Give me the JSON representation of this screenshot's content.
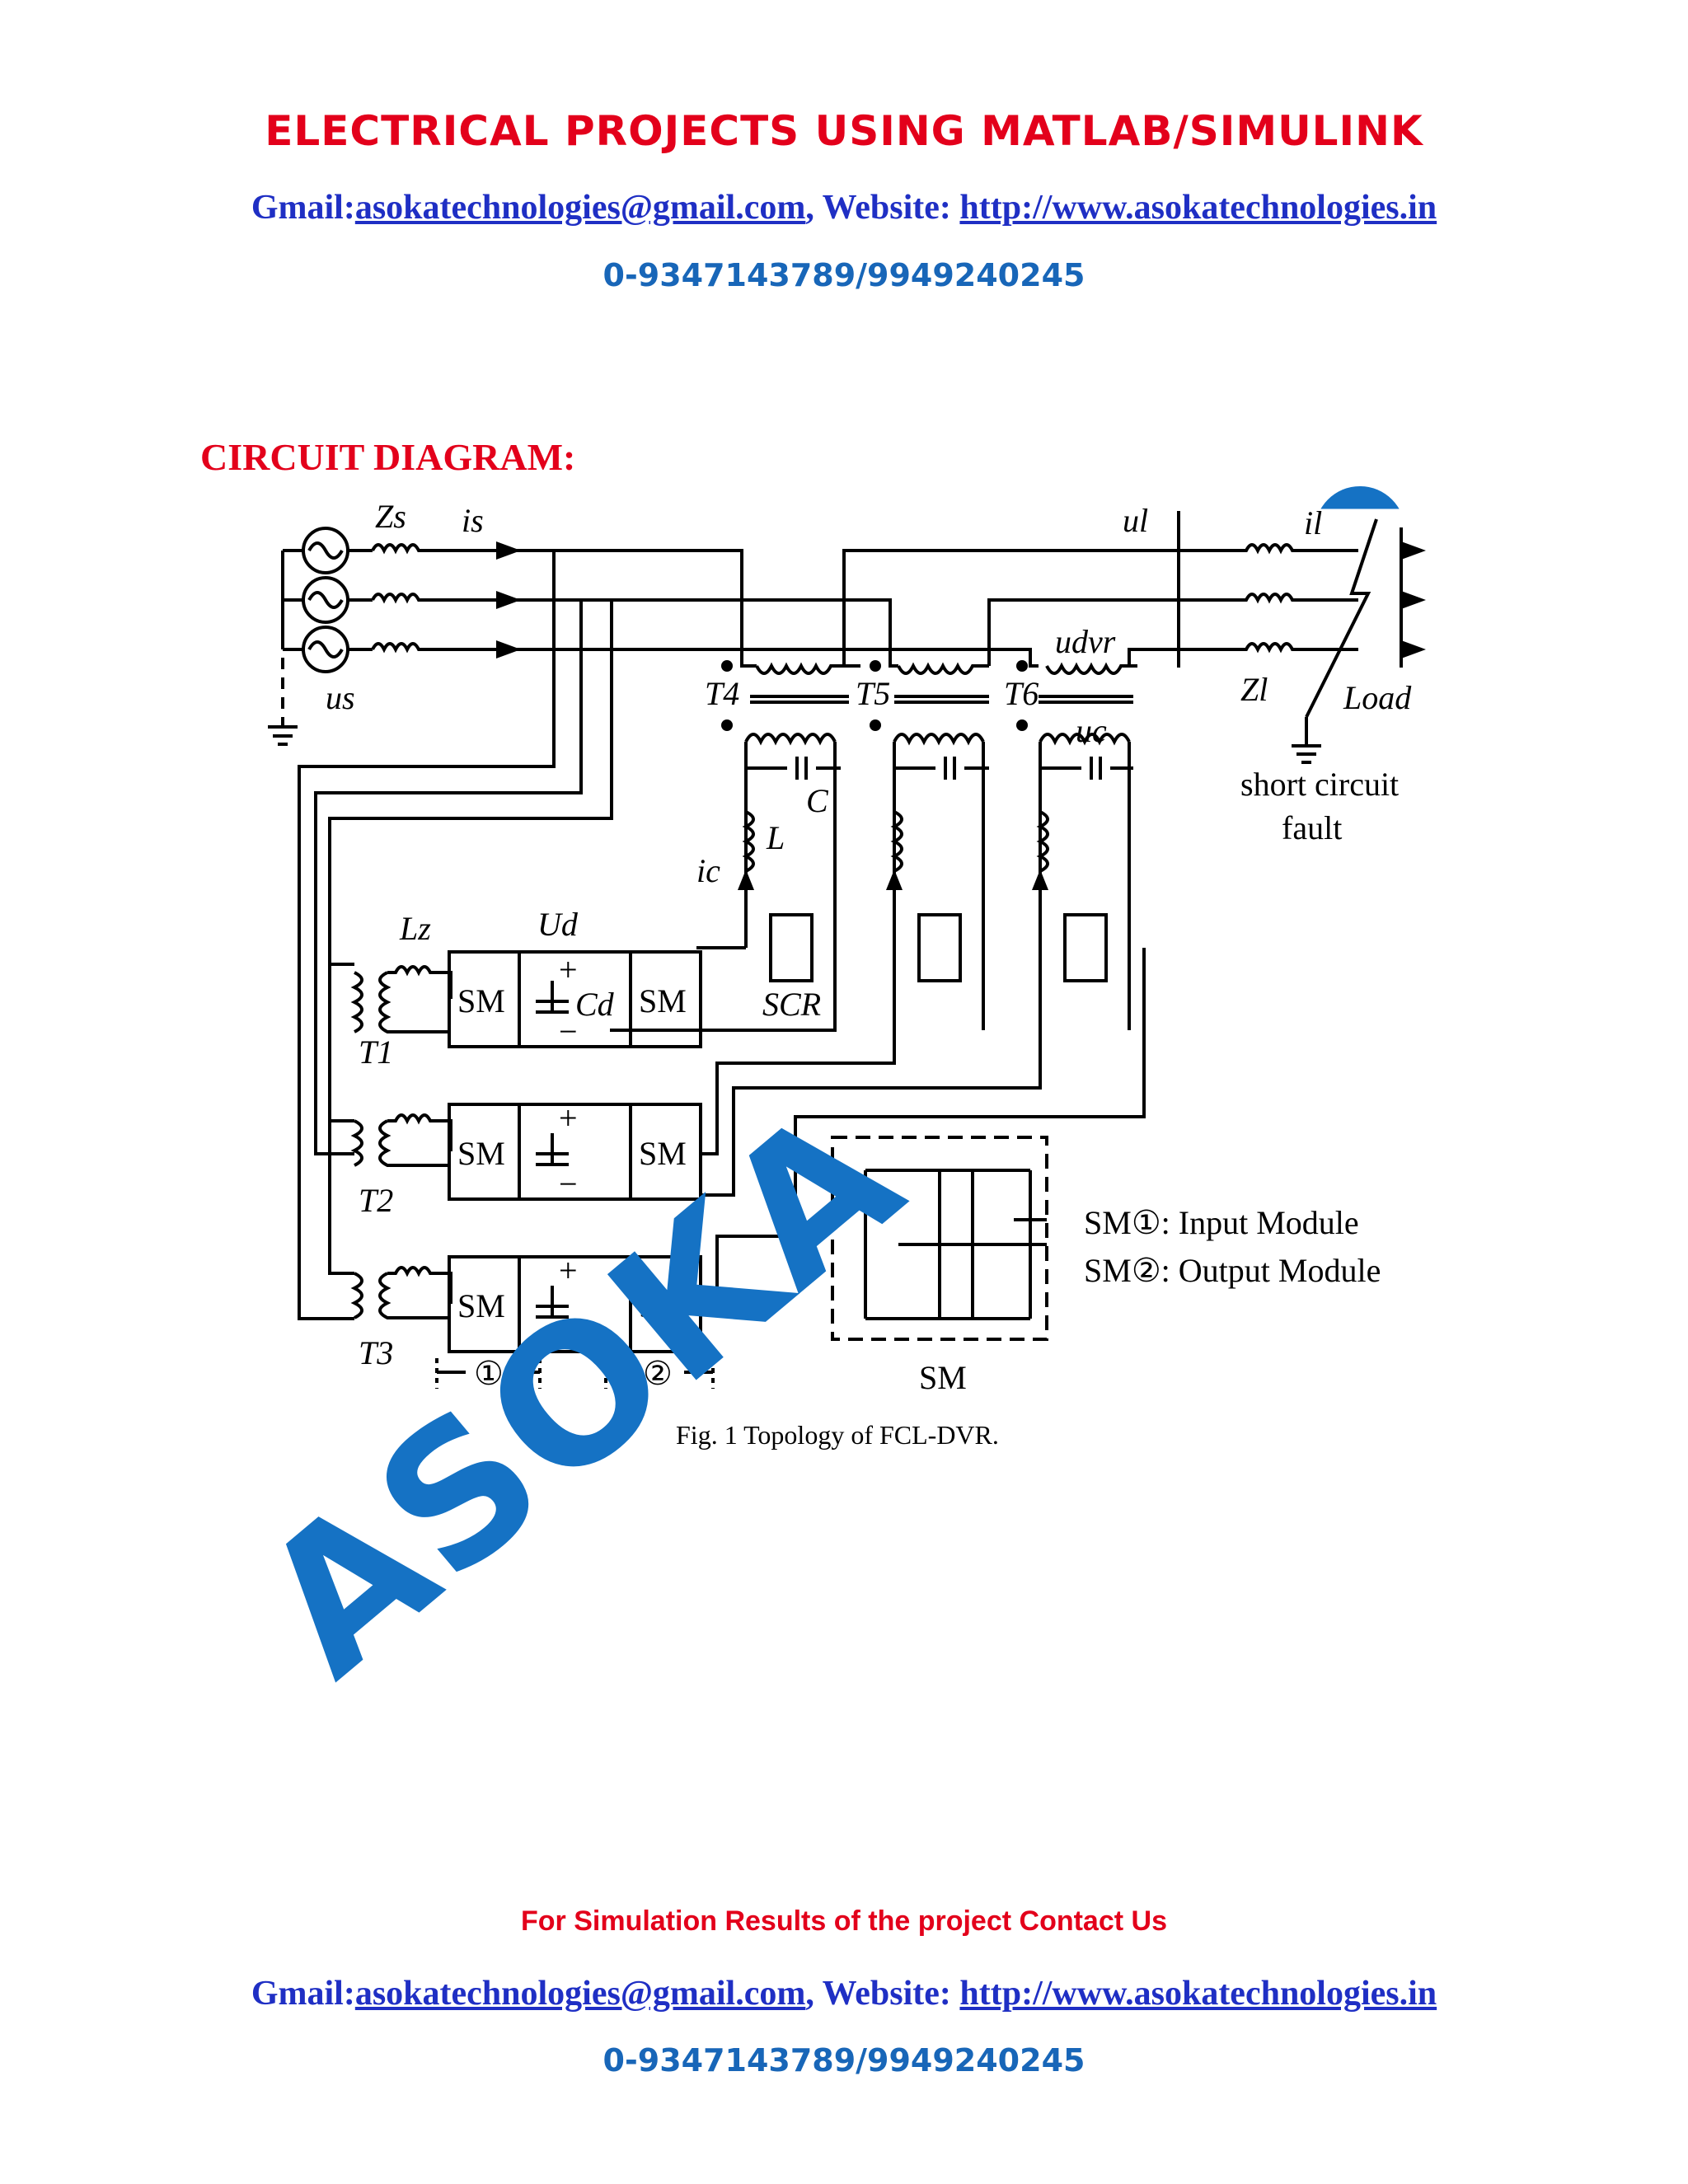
{
  "header": {
    "title": "ELECTRICAL PROJECTS USING MATLAB/SIMULINK",
    "gmail_label": "Gmail:",
    "gmail": "asokatechnologies@gmail.com",
    "website_label": ", Website: ",
    "website": "http://www.asokatechnologies.in",
    "phone": "0-9347143789/9949240245"
  },
  "section": {
    "heading": "CIRCUIT DIAGRAM:"
  },
  "figure": {
    "caption": "Fig. 1 Topology of FCL-DVR.",
    "labels": {
      "zs": "Zs",
      "is": "is",
      "us": "us",
      "ul": "ul",
      "il": "il",
      "udvr": "udvr",
      "zl": "Zl",
      "load": "Load",
      "short1": "short circuit",
      "short2": "fault",
      "t4": "T4",
      "t5": "T5",
      "t6": "T6",
      "uc": "uc",
      "c": "C",
      "l": "L",
      "ic": "ic",
      "lz": "Lz",
      "ud": "Ud",
      "cd": "Cd",
      "scr": "SCR",
      "sm": "SM",
      "t1": "T1",
      "t2": "T2",
      "t3": "T3",
      "plus": "+",
      "minus": "−",
      "one": "①",
      "two": "②",
      "legend1": "SM①: Input Module",
      "legend2": "SM②: Output Module"
    }
  },
  "footer": {
    "note": "For Simulation Results of the project Contact Us",
    "gmail_label": "Gmail:",
    "gmail": "asokatechnologies@gmail.com",
    "website_label": ", Website: ",
    "website": "http://www.asokatechnologies.in",
    "phone": "0-9347143789/9949240245"
  },
  "watermark": "ASOKA",
  "colors": {
    "title_red": "#e3001b",
    "contact_blue": "#1f2fc4",
    "phone_blue": "#1866b8",
    "watermark_blue": "#1572c4"
  }
}
